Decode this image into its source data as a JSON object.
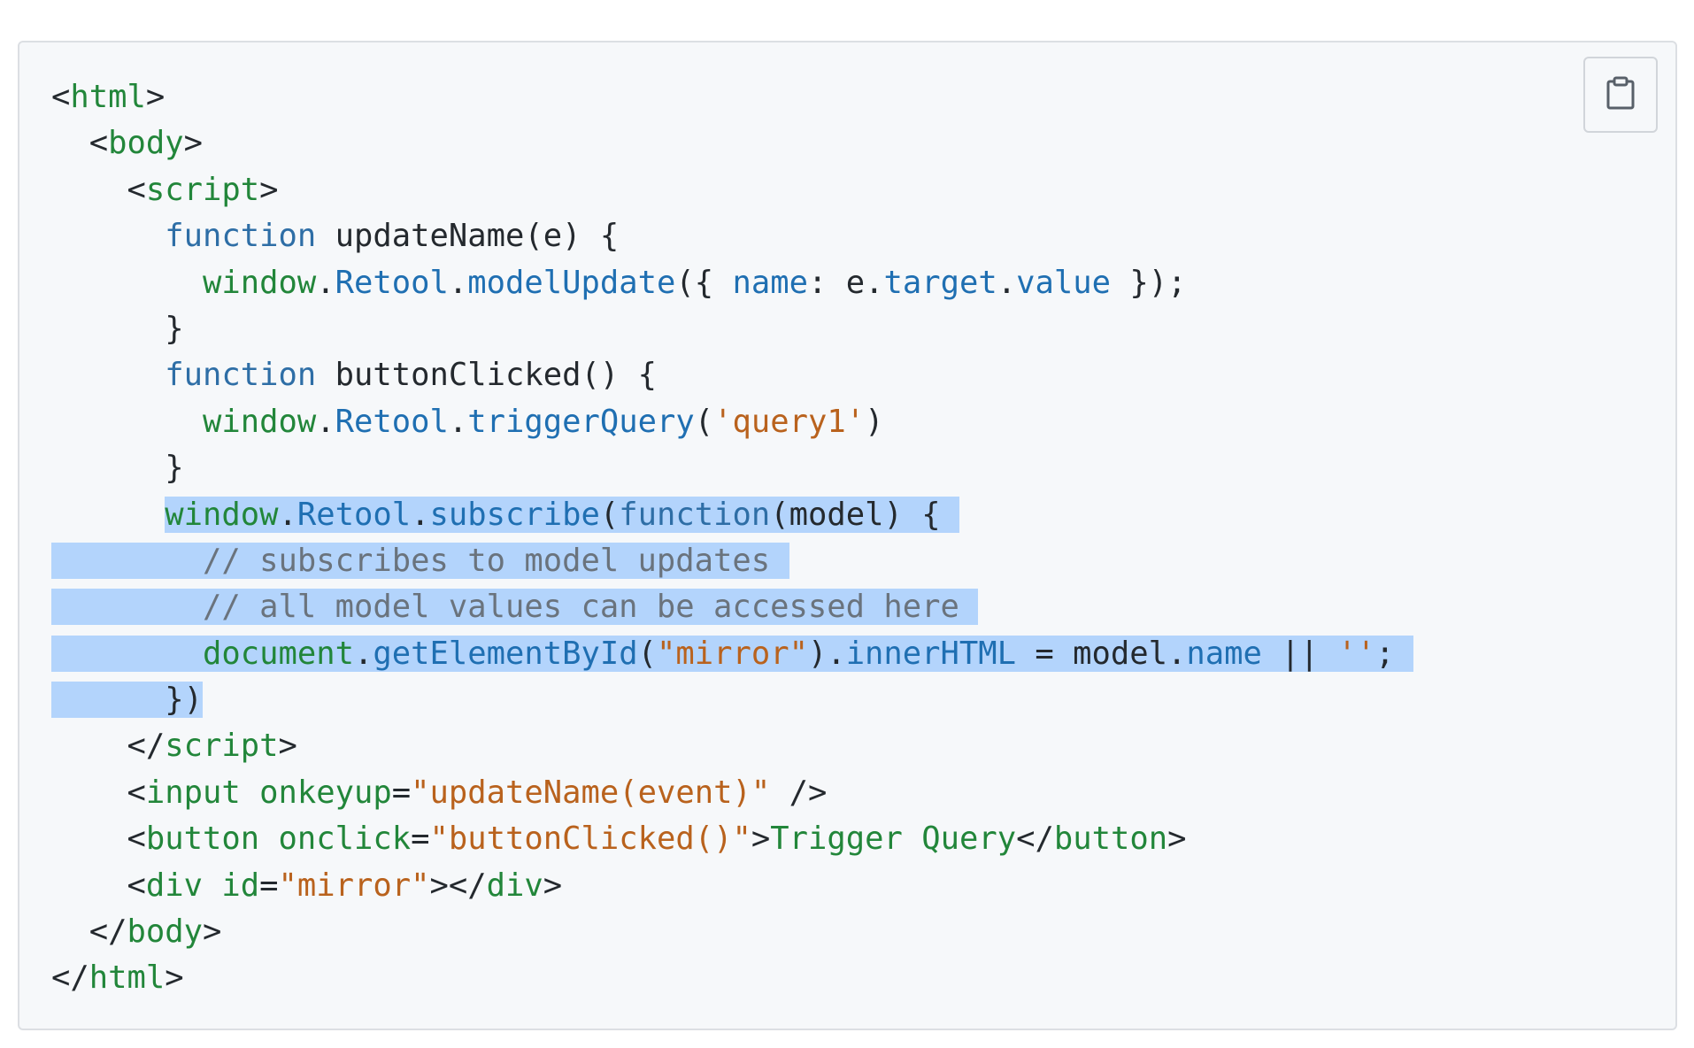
{
  "copy_button": {
    "icon": "clipboard-icon",
    "label": ""
  },
  "colors": {
    "background": "#f6f8fa",
    "selection": "#b3d4fc",
    "tag": "#22863a",
    "keyword": "#2e6ea6",
    "property": "#1f6fb2",
    "string": "#b9621d",
    "comment": "#6a737d",
    "text": "#24292e"
  },
  "code": {
    "lines": [
      {
        "s": [
          [
            "t",
            "<"
          ],
          [
            "g",
            "html"
          ],
          [
            "t",
            ">"
          ]
        ]
      },
      {
        "s": [
          [
            "t",
            "  <"
          ],
          [
            "g",
            "body"
          ],
          [
            "t",
            ">"
          ]
        ]
      },
      {
        "s": [
          [
            "t",
            "    <"
          ],
          [
            "g",
            "script"
          ],
          [
            "t",
            ">"
          ]
        ]
      },
      {
        "s": [
          [
            "t",
            "      "
          ],
          [
            "k",
            "function"
          ],
          [
            "t",
            " updateName(e) {"
          ]
        ]
      },
      {
        "s": [
          [
            "t",
            "        "
          ],
          [
            "g",
            "window"
          ],
          [
            "t",
            "."
          ],
          [
            "b",
            "Retool"
          ],
          [
            "t",
            "."
          ],
          [
            "b",
            "modelUpdate"
          ],
          [
            "t",
            "({ "
          ],
          [
            "b",
            "name"
          ],
          [
            "t",
            ": e."
          ],
          [
            "b",
            "target"
          ],
          [
            "t",
            "."
          ],
          [
            "b",
            "value"
          ],
          [
            "t",
            " });"
          ]
        ]
      },
      {
        "s": [
          [
            "t",
            "      }"
          ]
        ]
      },
      {
        "s": [
          [
            "t",
            "      "
          ],
          [
            "k",
            "function"
          ],
          [
            "t",
            " buttonClicked() {"
          ]
        ]
      },
      {
        "s": [
          [
            "t",
            "        "
          ],
          [
            "g",
            "window"
          ],
          [
            "t",
            "."
          ],
          [
            "b",
            "Retool"
          ],
          [
            "t",
            "."
          ],
          [
            "b",
            "triggerQuery"
          ],
          [
            "t",
            "("
          ],
          [
            "r",
            "'query1'"
          ],
          [
            "t",
            ")"
          ]
        ]
      },
      {
        "s": [
          [
            "t",
            "      }"
          ]
        ]
      },
      {
        "s": [
          [
            "t",
            "      "
          ]
        ],
        "h": [
          [
            "g",
            "window"
          ],
          [
            "t",
            "."
          ],
          [
            "b",
            "Retool"
          ],
          [
            "t",
            "."
          ],
          [
            "b",
            "subscribe"
          ],
          [
            "t",
            "("
          ],
          [
            "k",
            "function"
          ],
          [
            "t",
            "(model) { "
          ]
        ]
      },
      {
        "h": [
          [
            "t",
            "        "
          ],
          [
            "c",
            "// subscribes to model updates "
          ]
        ]
      },
      {
        "h": [
          [
            "t",
            "        "
          ],
          [
            "c",
            "// all model values can be accessed here "
          ]
        ]
      },
      {
        "h": [
          [
            "t",
            "        "
          ],
          [
            "g",
            "document"
          ],
          [
            "t",
            "."
          ],
          [
            "b",
            "getElementById"
          ],
          [
            "t",
            "("
          ],
          [
            "r",
            "\"mirror\""
          ],
          [
            "t",
            ")."
          ],
          [
            "b",
            "innerHTML"
          ],
          [
            "t",
            " = model."
          ],
          [
            "b",
            "name"
          ],
          [
            "t",
            " || "
          ],
          [
            "r",
            "''"
          ],
          [
            "t",
            "; "
          ]
        ]
      },
      {
        "h": [
          [
            "t",
            "      })"
          ]
        ]
      },
      {
        "s": [
          [
            "t",
            "    </"
          ],
          [
            "g",
            "script"
          ],
          [
            "t",
            ">"
          ]
        ]
      },
      {
        "s": [
          [
            "t",
            "    <"
          ],
          [
            "g",
            "input"
          ],
          [
            "t",
            " "
          ],
          [
            "g",
            "onkeyup"
          ],
          [
            "t",
            "="
          ],
          [
            "r",
            "\"updateName(event)\""
          ],
          [
            "t",
            " />"
          ]
        ]
      },
      {
        "s": [
          [
            "t",
            "    <"
          ],
          [
            "g",
            "button"
          ],
          [
            "t",
            " "
          ],
          [
            "g",
            "onclick"
          ],
          [
            "t",
            "="
          ],
          [
            "r",
            "\"buttonClicked()\""
          ],
          [
            "t",
            ">"
          ],
          [
            "g",
            "Trigger Query"
          ],
          [
            "t",
            "</"
          ],
          [
            "g",
            "button"
          ],
          [
            "t",
            ">"
          ]
        ]
      },
      {
        "s": [
          [
            "t",
            "    <"
          ],
          [
            "g",
            "div"
          ],
          [
            "t",
            " "
          ],
          [
            "g",
            "id"
          ],
          [
            "t",
            "="
          ],
          [
            "r",
            "\"mirror\""
          ],
          [
            "t",
            "></"
          ],
          [
            "g",
            "div"
          ],
          [
            "t",
            ">"
          ]
        ]
      },
      {
        "s": [
          [
            "t",
            "  </"
          ],
          [
            "g",
            "body"
          ],
          [
            "t",
            ">"
          ]
        ]
      },
      {
        "s": [
          [
            "t",
            "</"
          ],
          [
            "g",
            "html"
          ],
          [
            "t",
            ">"
          ]
        ]
      }
    ]
  }
}
